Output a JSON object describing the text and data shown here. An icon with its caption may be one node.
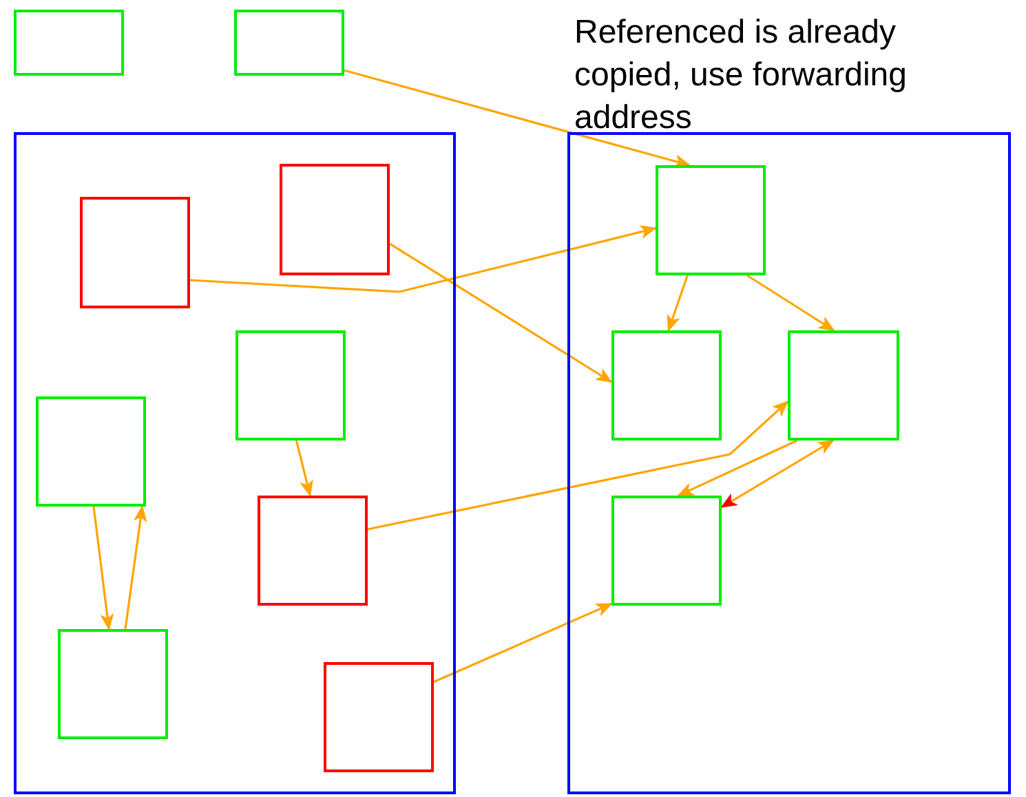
{
  "diagram": {
    "nodes": [
      {
        "text": [],
        "shape": "box"
      },
      {
        "text": [],
        "shape": "box"
      },
      {
        "text": [],
        "shape": "box"
      },
      {
        "text": [],
        "shape": "box"
      },
      {
        "text": [],
        "shape": "box",
        "in": 2
      },
      {
        "text": [],
        "shape": "box",
        "in": 2
      },
      {
        "text": [],
        "shape": "box",
        "in": 2
      },
      {
        "text": [],
        "shape": "box",
        "in": 2
      },
      {
        "text": [],
        "shape": "box",
        "in": 2
      },
      {
        "text": [],
        "shape": "box",
        "in": 2
      },
      {
        "text": [],
        "shape": "box",
        "in": 2
      },
      {
        "text": [],
        "shape": "box",
        "in": 3
      },
      {
        "text": [],
        "shape": "box",
        "in": 3
      },
      {
        "text": [],
        "shape": "box",
        "in": 3
      },
      {
        "text": [],
        "shape": "box",
        "in": 3
      }
    ],
    "edges": [
      {
        "from": 1,
        "to": 11,
        "arrow": "to"
      },
      {
        "from": 4,
        "to": 11,
        "arrow": "to"
      },
      {
        "from": 5,
        "to": 12,
        "arrow": "to"
      },
      {
        "from": 6,
        "to": 8,
        "arrow": "to"
      },
      {
        "from": 7,
        "to": 9,
        "arrow": "to"
      },
      {
        "from": 9,
        "to": 7,
        "arrow": "to"
      },
      {
        "from": 8,
        "to": 13,
        "arrow": "to"
      },
      {
        "from": 10,
        "to": 14,
        "arrow": "to"
      },
      {
        "from": 11,
        "to": 12,
        "arrow": "to"
      },
      {
        "from": 11,
        "to": 13,
        "arrow": "to"
      },
      {
        "from": 13,
        "to": 14,
        "arrow": "to"
      },
      {
        "from": 14,
        "to": 13,
        "arrow": "both"
      }
    ],
    "labels": [
      "Referenced is already copied, use forwarding address"
    ]
  }
}
